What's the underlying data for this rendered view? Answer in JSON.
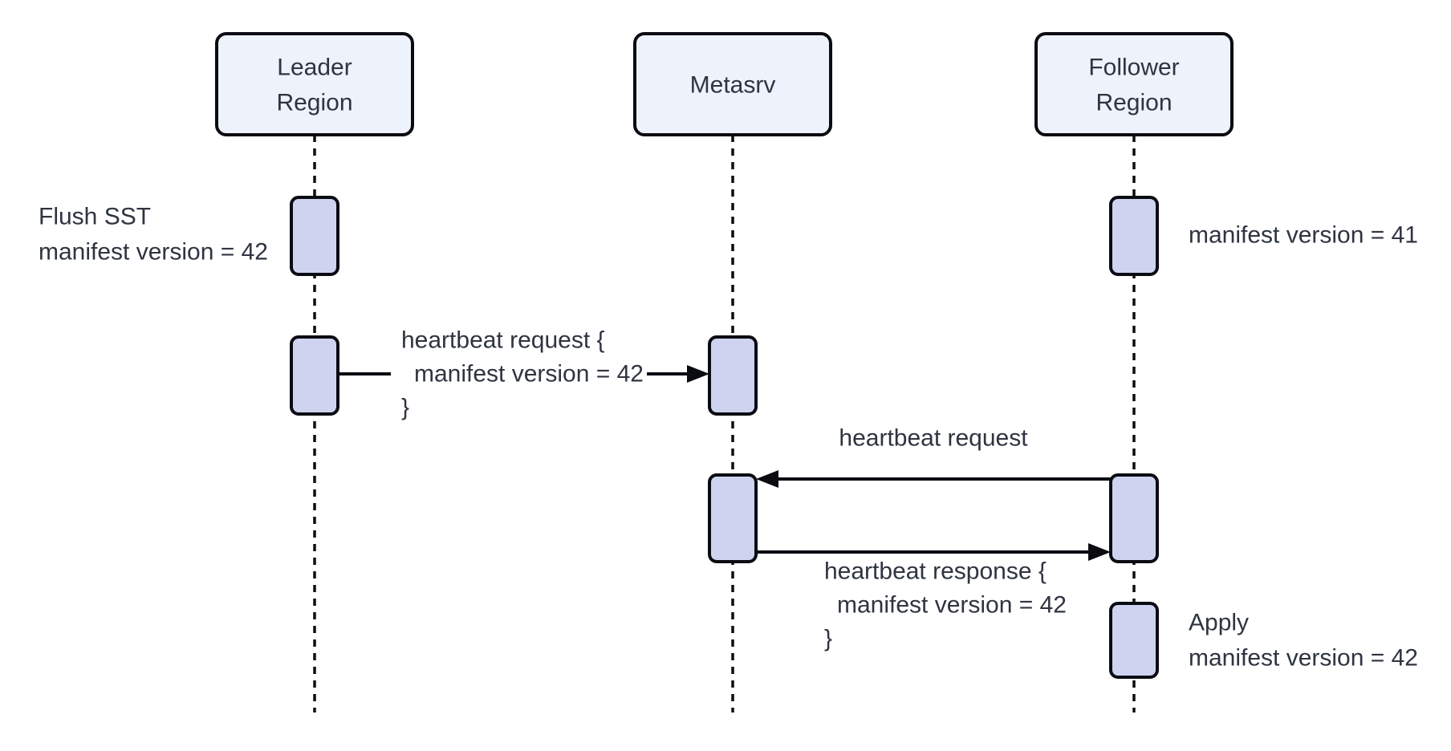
{
  "participants": [
    {
      "name": "Leader Region",
      "lines": [
        "Leader",
        "Region"
      ]
    },
    {
      "name": "Metasrv",
      "lines": [
        "Metasrv"
      ]
    },
    {
      "name": "Follower Region",
      "lines": [
        "Follower",
        "Region"
      ]
    }
  ],
  "notes": {
    "flush": {
      "lines": [
        "Flush SST",
        "manifest version = 42"
      ]
    },
    "follower_manifest": {
      "text": "manifest version = 41"
    },
    "apply": {
      "lines": [
        "Apply",
        "manifest version = 42"
      ]
    }
  },
  "messages": {
    "leader_heartbeat_request": {
      "lines": [
        "heartbeat request {",
        "manifest version = 42",
        "}"
      ]
    },
    "follower_heartbeat_request": {
      "text": "heartbeat request"
    },
    "follower_heartbeat_response": {
      "lines": [
        "heartbeat response {",
        "manifest version = 42",
        "}"
      ]
    }
  },
  "colors": {
    "background": "#ffffff",
    "participant_fill": "#eef2fb",
    "activation_fill": "#ced4f0",
    "stroke": "#0b0b12",
    "text": "#2e3440"
  }
}
